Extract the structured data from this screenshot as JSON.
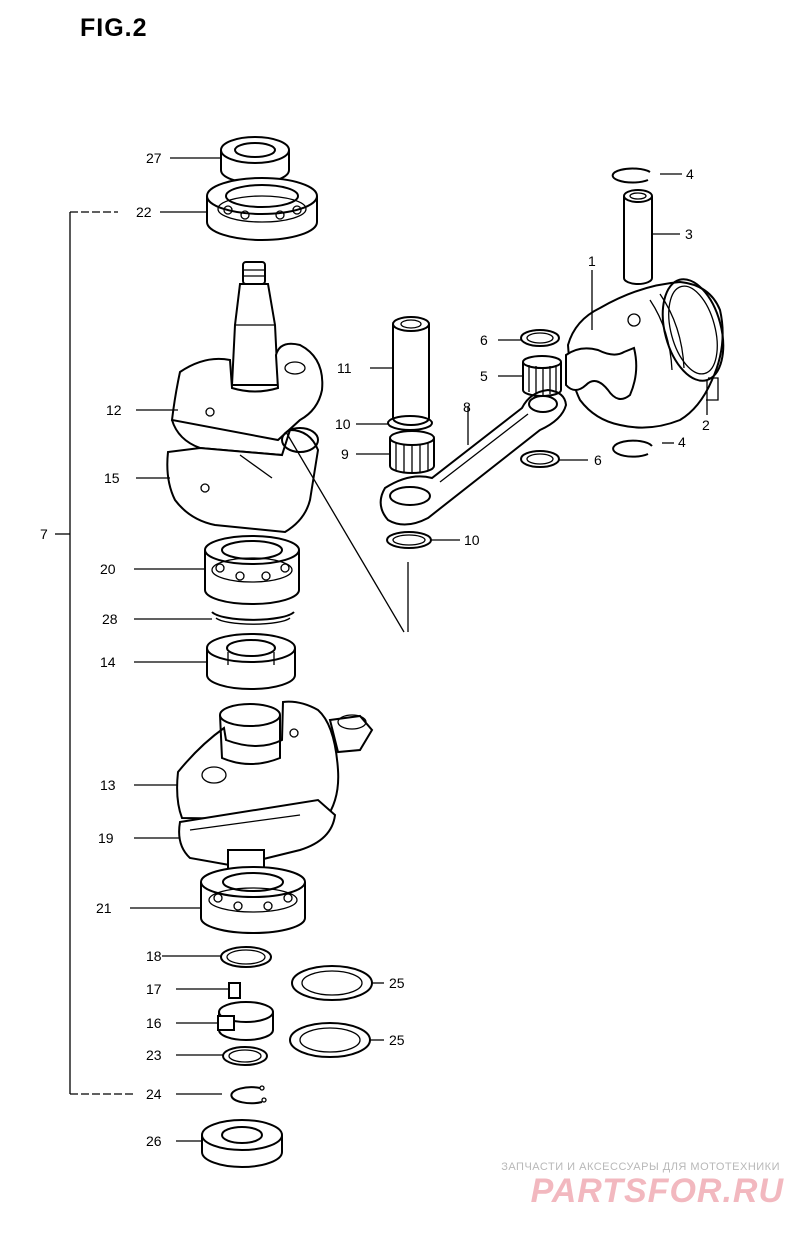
{
  "figure_title": "FIG.2",
  "callouts": [
    {
      "id": "c1",
      "text": "1"
    },
    {
      "id": "c2",
      "text": "2"
    },
    {
      "id": "c3",
      "text": "3"
    },
    {
      "id": "c4a",
      "text": "4"
    },
    {
      "id": "c4b",
      "text": "4"
    },
    {
      "id": "c5",
      "text": "5"
    },
    {
      "id": "c6a",
      "text": "6"
    },
    {
      "id": "c6b",
      "text": "6"
    },
    {
      "id": "c7",
      "text": "7"
    },
    {
      "id": "c8",
      "text": "8"
    },
    {
      "id": "c9",
      "text": "9"
    },
    {
      "id": "c10a",
      "text": "10"
    },
    {
      "id": "c10b",
      "text": "10"
    },
    {
      "id": "c11",
      "text": "11"
    },
    {
      "id": "c12",
      "text": "12"
    },
    {
      "id": "c13",
      "text": "13"
    },
    {
      "id": "c14",
      "text": "14"
    },
    {
      "id": "c15",
      "text": "15"
    },
    {
      "id": "c16",
      "text": "16"
    },
    {
      "id": "c17",
      "text": "17"
    },
    {
      "id": "c18",
      "text": "18"
    },
    {
      "id": "c19",
      "text": "19"
    },
    {
      "id": "c20",
      "text": "20"
    },
    {
      "id": "c21",
      "text": "21"
    },
    {
      "id": "c22",
      "text": "22"
    },
    {
      "id": "c23",
      "text": "23"
    },
    {
      "id": "c24",
      "text": "24"
    },
    {
      "id": "c25a",
      "text": "25"
    },
    {
      "id": "c25b",
      "text": "25"
    },
    {
      "id": "c26",
      "text": "26"
    },
    {
      "id": "c27",
      "text": "27"
    },
    {
      "id": "c28",
      "text": "28"
    }
  ],
  "watermark": {
    "tagline": "ЗАПЧАСТИ И АКСЕССУАРЫ ДЛЯ МОТОТЕХНИКИ",
    "logo": "PARTSFOR.RU",
    "color": "#e8899a"
  }
}
